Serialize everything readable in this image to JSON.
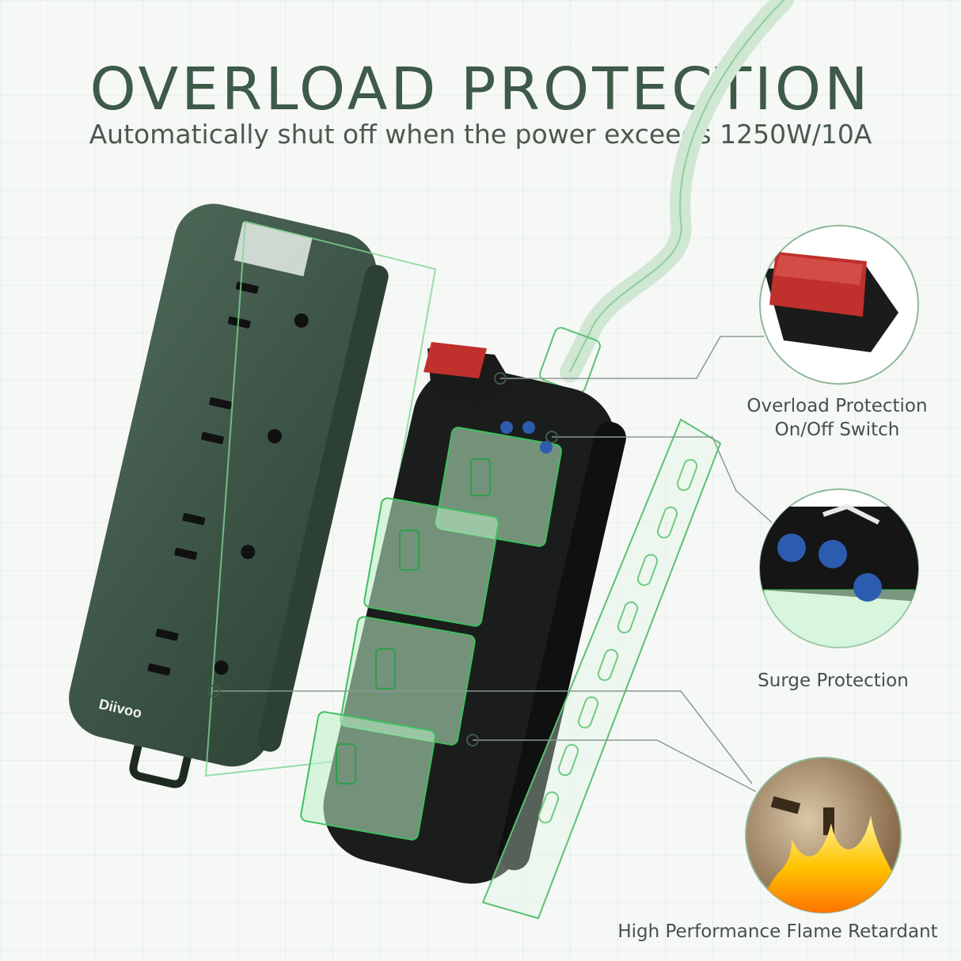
{
  "header": {
    "title": "OVERLOAD PROTECTION",
    "subtitle": "Automatically shut off when the power exceeds 1250W/10A"
  },
  "product": {
    "brand": "Diivoo"
  },
  "callouts": {
    "switch_line1": "Overload Protection",
    "switch_line2": "On/Off Switch",
    "surge": "Surge Protection",
    "flame": "High Performance Flame Retardant"
  },
  "colors": {
    "accent_green": "#3e5a48",
    "housing_green": "#3f5647",
    "wireframe_green": "#3fbf5f",
    "switch_red": "#c0302c",
    "mov_blue": "#2c5cb0"
  }
}
